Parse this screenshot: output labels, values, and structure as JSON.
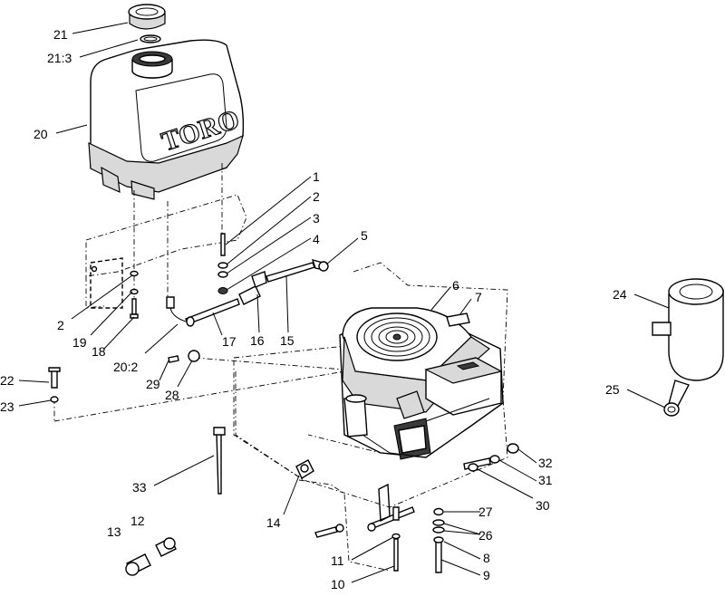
{
  "tank_logo": "TORO",
  "callouts": [
    {
      "id": "c1",
      "text": "1"
    },
    {
      "id": "c2a",
      "text": "2"
    },
    {
      "id": "c3",
      "text": "3"
    },
    {
      "id": "c4",
      "text": "4"
    },
    {
      "id": "c5",
      "text": "5"
    },
    {
      "id": "c6",
      "text": "6"
    },
    {
      "id": "c7",
      "text": "7"
    },
    {
      "id": "c2b",
      "text": "2"
    },
    {
      "id": "c19",
      "text": "19"
    },
    {
      "id": "c18",
      "text": "18"
    },
    {
      "id": "c20-2",
      "text": "20:2"
    },
    {
      "id": "c17",
      "text": "17"
    },
    {
      "id": "c16",
      "text": "16"
    },
    {
      "id": "c15",
      "text": "15"
    },
    {
      "id": "c20",
      "text": "20"
    },
    {
      "id": "c21",
      "text": "21"
    },
    {
      "id": "c21-3",
      "text": "21:3"
    },
    {
      "id": "c22",
      "text": "22"
    },
    {
      "id": "c23",
      "text": "23"
    },
    {
      "id": "c29",
      "text": "29"
    },
    {
      "id": "c28",
      "text": "28"
    },
    {
      "id": "c24",
      "text": "24"
    },
    {
      "id": "c25",
      "text": "25"
    },
    {
      "id": "c33",
      "text": "33"
    },
    {
      "id": "c14",
      "text": "14"
    },
    {
      "id": "c13",
      "text": "13"
    },
    {
      "id": "c12",
      "text": "12"
    },
    {
      "id": "c32",
      "text": "32"
    },
    {
      "id": "c31",
      "text": "31"
    },
    {
      "id": "c30",
      "text": "30"
    },
    {
      "id": "c27",
      "text": "27"
    },
    {
      "id": "c26",
      "text": "26"
    },
    {
      "id": "c8",
      "text": "8"
    },
    {
      "id": "c9",
      "text": "9"
    },
    {
      "id": "c11",
      "text": "11"
    },
    {
      "id": "c10",
      "text": "10"
    }
  ]
}
